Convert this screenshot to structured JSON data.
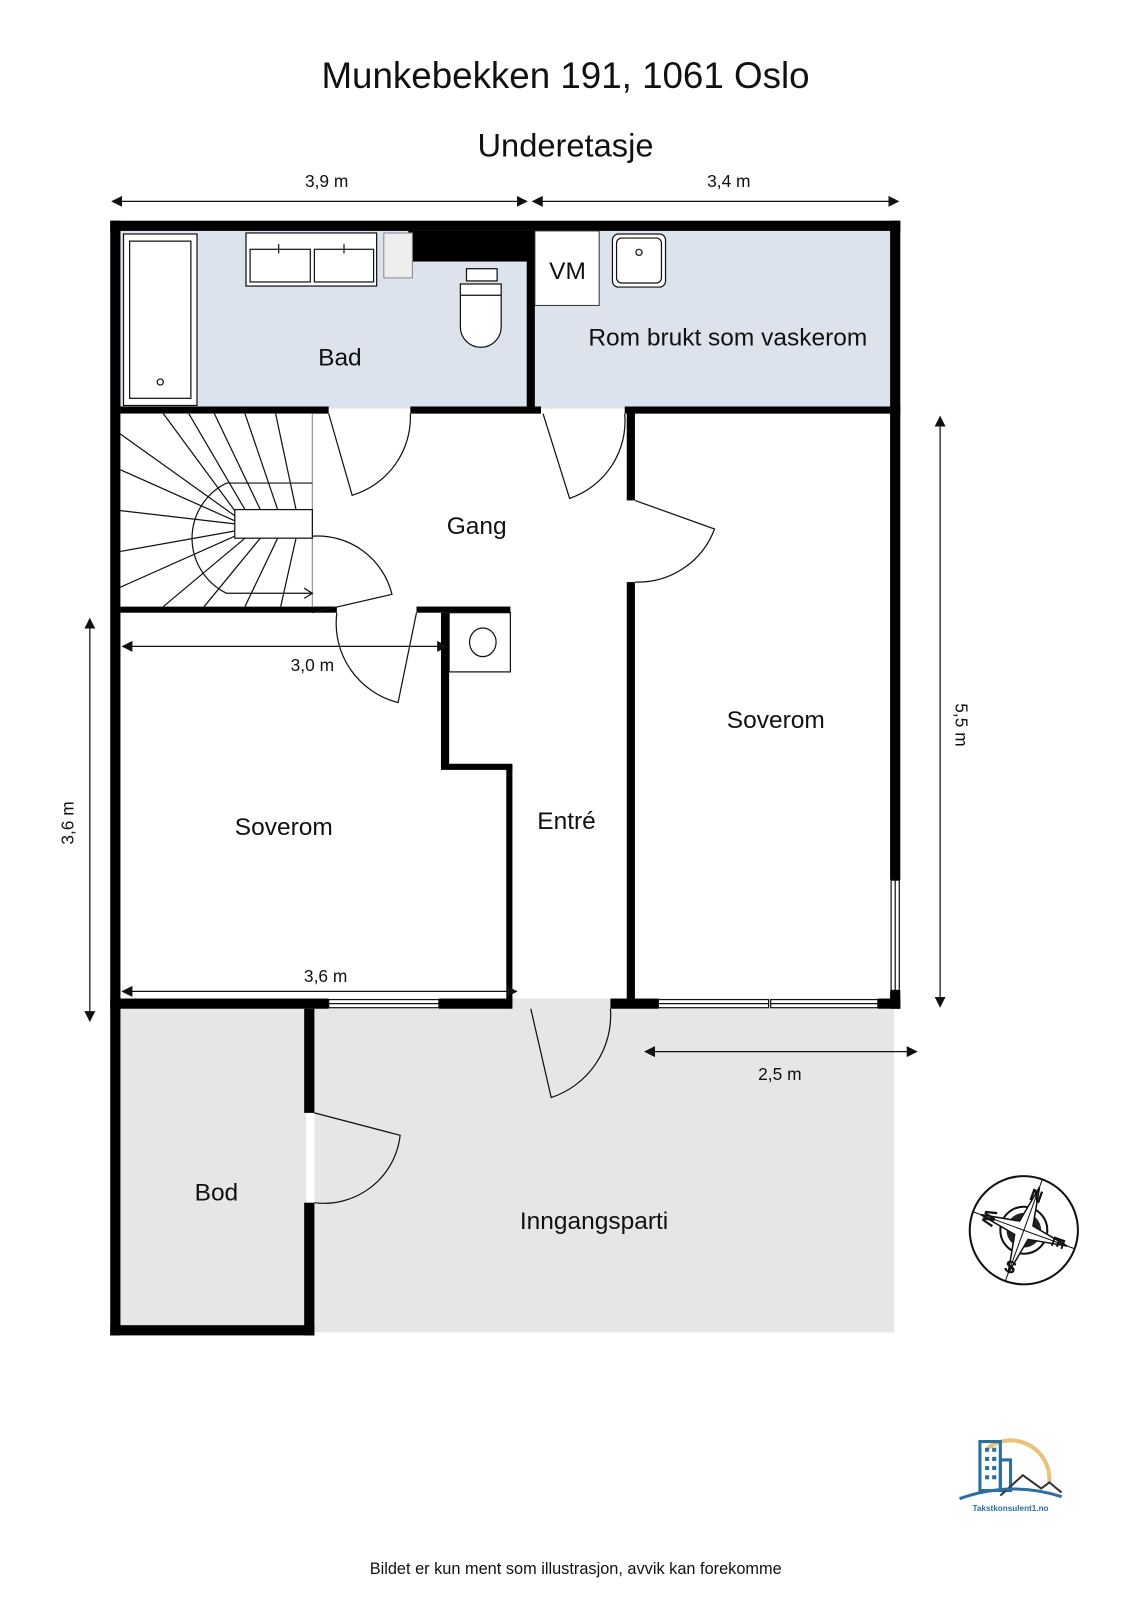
{
  "header": {
    "title": "Munkebekken 191, 1061 Oslo",
    "floor": "Underetasje"
  },
  "rooms": {
    "bad": "Bad",
    "vaskerom": "Rom brukt som vaskerom",
    "vm": "VM",
    "gang": "Gang",
    "soverom_left": "Soverom",
    "soverom_right": "Soverom",
    "entre": "Entré",
    "bod": "Bod",
    "inngangsparti": "Inngangsparti"
  },
  "dimensions": {
    "top_left": "3,9 m",
    "top_right": "3,4 m",
    "right": "5,5 m",
    "left": "3,6 m",
    "soverom_top": "3,0 m",
    "soverom_bottom": "3,6 m",
    "porch": "2,5 m"
  },
  "compass": {
    "n": "N",
    "e": "E",
    "s": "S",
    "w": "W"
  },
  "logo_text": "Takstkonsulent1.no",
  "footer": "Bildet er kun ment som illustrasjon, avvik kan forekomme",
  "colors": {
    "wet_room": "#dde3ec",
    "outdoor": "#e6e6e6",
    "wall": "#000000",
    "logo_blue": "#2a6f9e",
    "logo_sun": "#e8c27a"
  }
}
